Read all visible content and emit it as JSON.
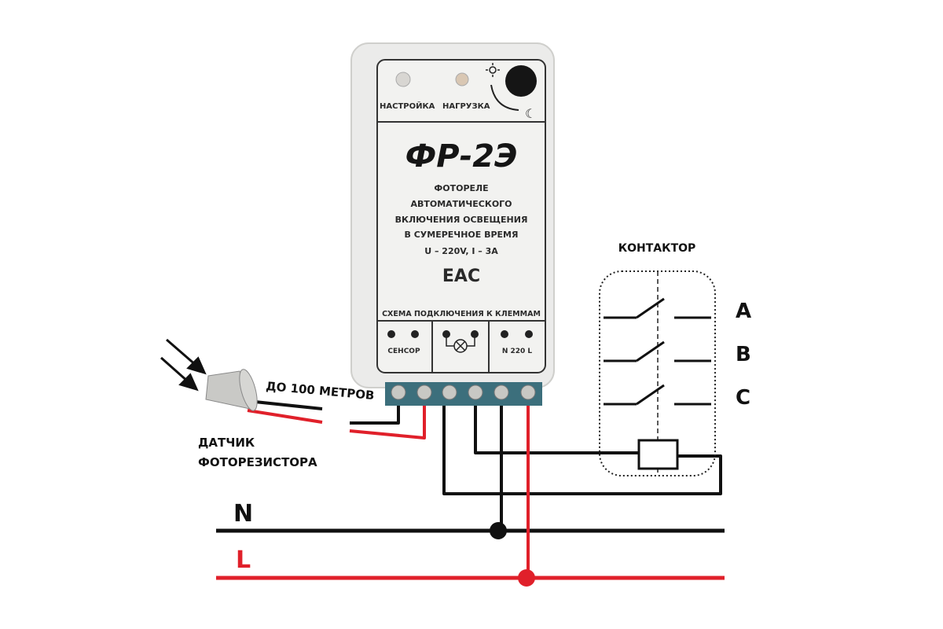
{
  "device": {
    "model": "ФР-2Э",
    "led1_label": "НАСТРОЙКА",
    "led2_label": "НАГРУЗКА",
    "desc": [
      "ФОТОРЕЛЕ",
      "АВТОМАТИЧЕСКОГО",
      "ВКЛЮЧЕНИЯ ОСВЕЩЕНИЯ",
      "В СУМЕРЕЧНОЕ ВРЕМЯ",
      "U – 220V, I – 3A"
    ],
    "cert": "ЕАС",
    "scheme_title": "СХЕМА ПОДКЛЮЧЕНИЯ К КЛЕММАМ",
    "terminal_sensor": "СЕНСОР",
    "terminal_power": "N 220 L"
  },
  "sensor": {
    "distance": "ДО 100 МЕТРОВ",
    "label_line1": "ДАТЧИК",
    "label_line2": "ФОТОРЕЗИСТОРА"
  },
  "contactor": {
    "title": "КОНТАКТОР",
    "phases": [
      "A",
      "B",
      "C"
    ]
  },
  "lines": {
    "neutral": "N",
    "live": "L"
  },
  "colors": {
    "live": "#e0202a",
    "neutral": "#111111",
    "terminal": "#3c6f7c"
  }
}
